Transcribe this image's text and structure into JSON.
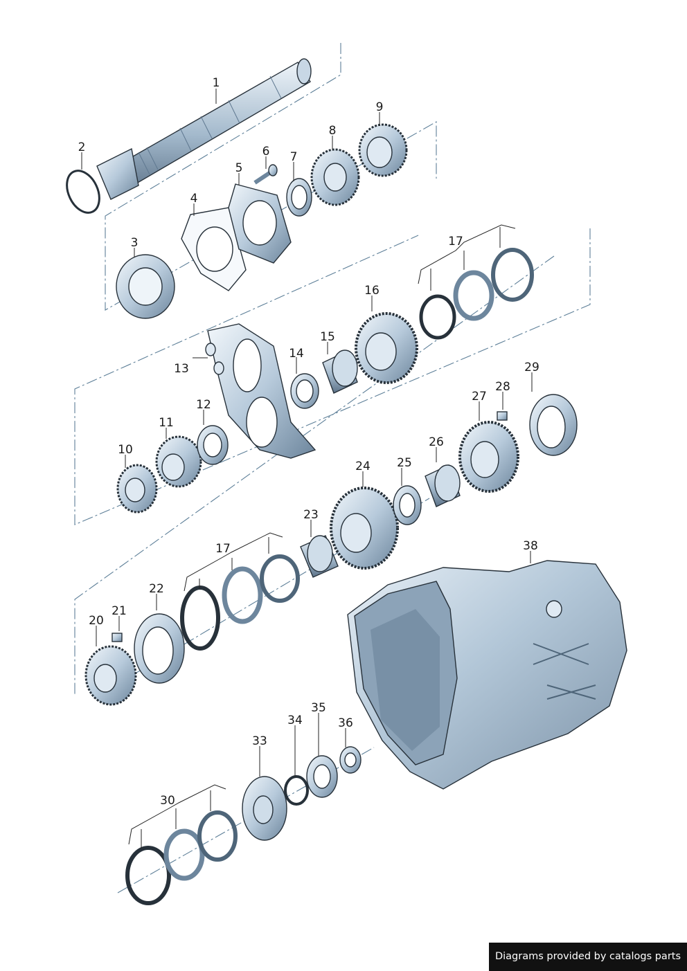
{
  "callouts": [
    "1",
    "2",
    "3",
    "4",
    "5",
    "6",
    "7",
    "8",
    "9",
    "10",
    "11",
    "12",
    "13",
    "14",
    "15",
    "16",
    "17",
    "17",
    "20",
    "21",
    "22",
    "23",
    "24",
    "25",
    "26",
    "27",
    "28",
    "29",
    "30",
    "33",
    "34",
    "35",
    "36",
    "38"
  ],
  "credit": "Diagrams provided by catalogs parts",
  "colors": {
    "metal_light": "#dfe9f2",
    "metal_mid": "#a9bfd3",
    "metal_dark": "#5f7890",
    "line": "#27313a",
    "axis": "#5d7f98"
  }
}
